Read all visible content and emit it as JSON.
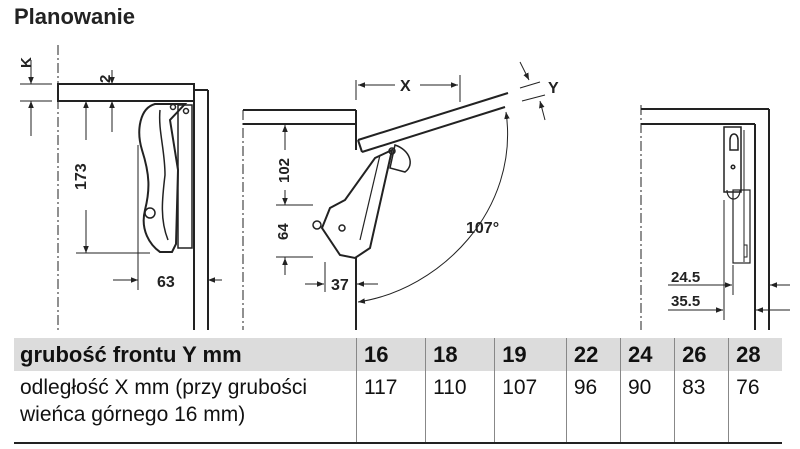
{
  "title": "Planowanie",
  "diagrams": {
    "left": {
      "labels": {
        "k": "K",
        "gap": "2",
        "height": "173",
        "depth": "63"
      }
    },
    "middle": {
      "labels": {
        "x": "X",
        "y": "Y",
        "upper": "102",
        "lower": "64",
        "depth": "37",
        "angle": "107°"
      }
    },
    "right": {
      "labels": {
        "d1": "24.5",
        "d2": "35.5"
      }
    }
  },
  "table": {
    "row_header": "grubość frontu Y mm",
    "row_label_line1": "odległość X mm (przy grubości",
    "row_label_line2": "wieńca górnego 16 mm)",
    "thickness": [
      "16",
      "18",
      "19",
      "22",
      "24",
      "26",
      "28"
    ],
    "distance": [
      "117",
      "110",
      "107",
      "96",
      "90",
      "83",
      "76"
    ]
  },
  "colors": {
    "header_bg": "#dcdcdc",
    "line": "#222222",
    "separator": "#888888"
  }
}
